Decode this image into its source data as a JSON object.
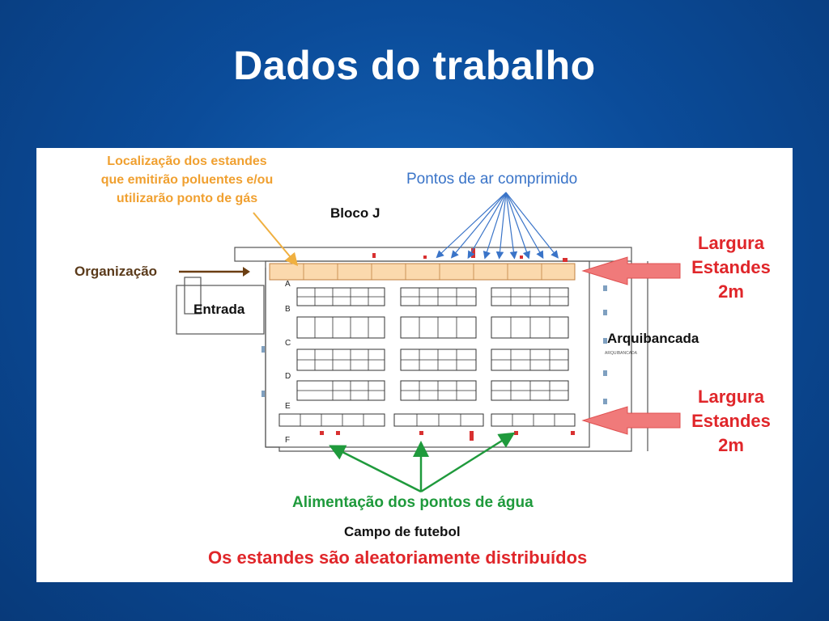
{
  "slide": {
    "title": "Dados do trabalho"
  },
  "diagram": {
    "labels": {
      "polluting_stands": [
        "Localização dos estandes",
        "que emitirão poluentes e/ou",
        "utilizarão ponto de gás"
      ],
      "compressed_air": "Pontos de ar comprimido",
      "block": "Bloco J",
      "organization": "Organização",
      "entrance": "Entrada",
      "bleachers": "Arquibancada",
      "bleachers_small": "ARQUIBANCADA",
      "stand_width_top": [
        "Largura",
        "Estandes",
        "2m"
      ],
      "stand_width_bottom": [
        "Largura",
        "Estandes",
        "2m"
      ],
      "water_supply": "Alimentação dos pontos de água",
      "football_field": "Campo de futebol",
      "random_distribution": "Os estandes são aleatoriamente distribuídos"
    },
    "rows": [
      "A",
      "B",
      "C",
      "D",
      "E",
      "F"
    ],
    "colors": {
      "orange_text": "#f0a030",
      "orange_strip": "#fbd9ad",
      "blue_arrows": "#3a74c8",
      "red_arrows": "#f07a7a",
      "red_text": "#e0262a",
      "green_text": "#1f9a3c",
      "brown_arrow": "#6b3e12"
    }
  }
}
